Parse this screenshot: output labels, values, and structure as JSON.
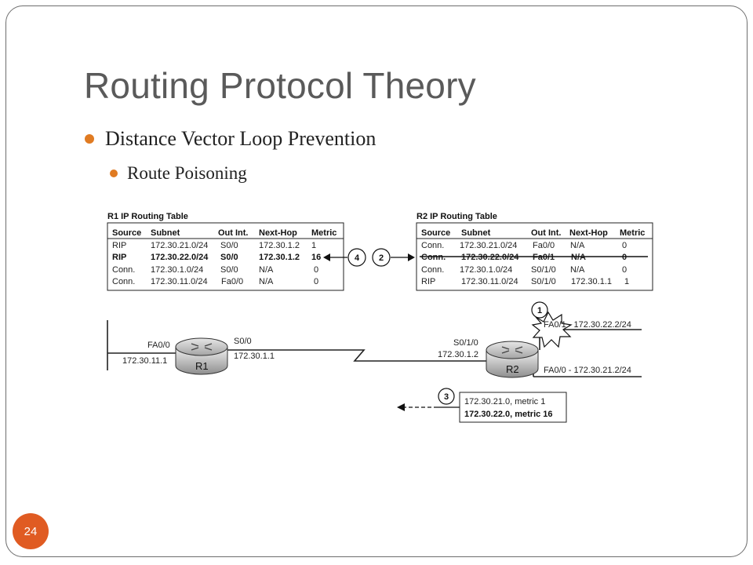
{
  "slide": {
    "title": "Routing Protocol Theory",
    "bullet1": "Distance Vector Loop Prevention",
    "bullet2": "Route Poisoning",
    "page_number": "24"
  },
  "diagram": {
    "r1_table": {
      "caption": "R1 IP Routing Table",
      "headers": [
        "Source",
        "Subnet",
        "Out Int.",
        "Next-Hop",
        "Metric"
      ],
      "rows": [
        [
          "RIP",
          "172.30.21.0/24",
          "S0/0",
          "172.30.1.2",
          "1"
        ],
        [
          "RIP",
          "172.30.22.0/24",
          "S0/0",
          "172.30.1.2",
          "16"
        ],
        [
          "Conn.",
          "172.30.1.0/24",
          "S0/0",
          "N/A",
          "0"
        ],
        [
          "Conn.",
          "172.30.11.0/24",
          "Fa0/0",
          "N/A",
          "0"
        ]
      ],
      "bold_row": 1
    },
    "r2_table": {
      "caption": "R2 IP Routing Table",
      "headers": [
        "Source",
        "Subnet",
        "Out Int.",
        "Next-Hop",
        "Metric"
      ],
      "rows": [
        [
          "Conn.",
          "172.30.21.0/24",
          "Fa0/0",
          "N/A",
          "0"
        ],
        [
          "Conn.",
          "172.30.22.0/24",
          "Fa0/1",
          "N/A",
          "0"
        ],
        [
          "Conn.",
          "172.30.1.0/24",
          "S0/1/0",
          "N/A",
          "0"
        ],
        [
          "RIP",
          "172.30.11.0/24",
          "S0/1/0",
          "172.30.1.1",
          "1"
        ]
      ],
      "struck_row": 1
    },
    "steps": [
      "1",
      "2",
      "3",
      "4"
    ],
    "r1": {
      "name": "R1",
      "lan_if": "FA0/0",
      "lan_ip": "172.30.11.1",
      "wan_if": "S0/0",
      "wan_ip": "172.30.1.1"
    },
    "r2": {
      "name": "R2",
      "wan_if": "S0/1/0",
      "wan_ip": "172.30.1.2",
      "lan1": "FA0/1 - 172.30.22.2/24",
      "lan0": "FA0/0 - 172.30.21.2/24"
    },
    "update": {
      "line1": "172.30.21.0, metric 1",
      "line2": "172.30.22.0, metric 16"
    },
    "colors": {
      "accent": "#e07b22",
      "page_badge": "#e05b22",
      "title": "#5a5a5a"
    }
  }
}
